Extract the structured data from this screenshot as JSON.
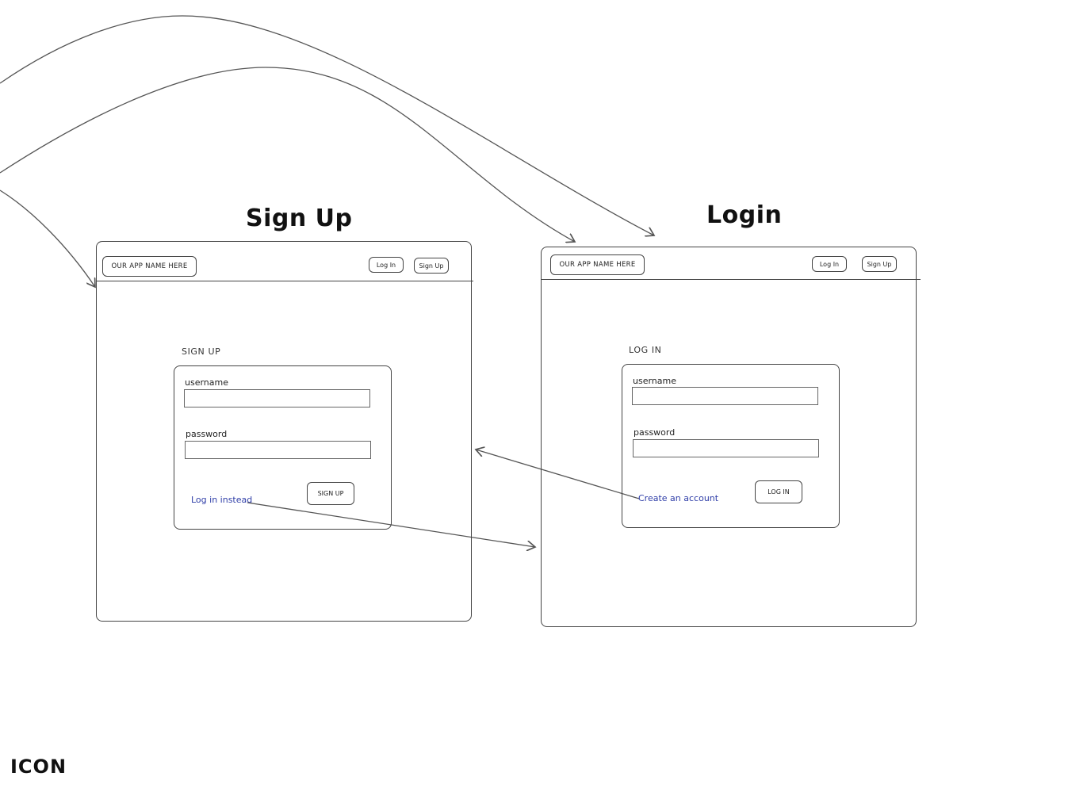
{
  "signup_frame": {
    "title": "Sign Up",
    "nav": {
      "app_name": "OUR APP NAME HERE",
      "login_label": "Log In",
      "signup_label": "Sign Up"
    },
    "form": {
      "heading": "SIGN UP",
      "username_label": "username",
      "password_label": "password",
      "submit_label": "SIGN UP",
      "alt_link": "Log in instead"
    }
  },
  "login_frame": {
    "title": "Login",
    "nav": {
      "app_name": "OUR APP NAME HERE",
      "login_label": "Log In",
      "signup_label": "Sign Up"
    },
    "form": {
      "heading": "LOG IN",
      "username_label": "username",
      "password_label": "password",
      "submit_label": "LOG IN",
      "alt_link": "Create an account"
    }
  },
  "icon_label": "ICON",
  "colors": {
    "stroke": "#444444",
    "link": "#2f3ea8",
    "background": "#ffffff"
  }
}
